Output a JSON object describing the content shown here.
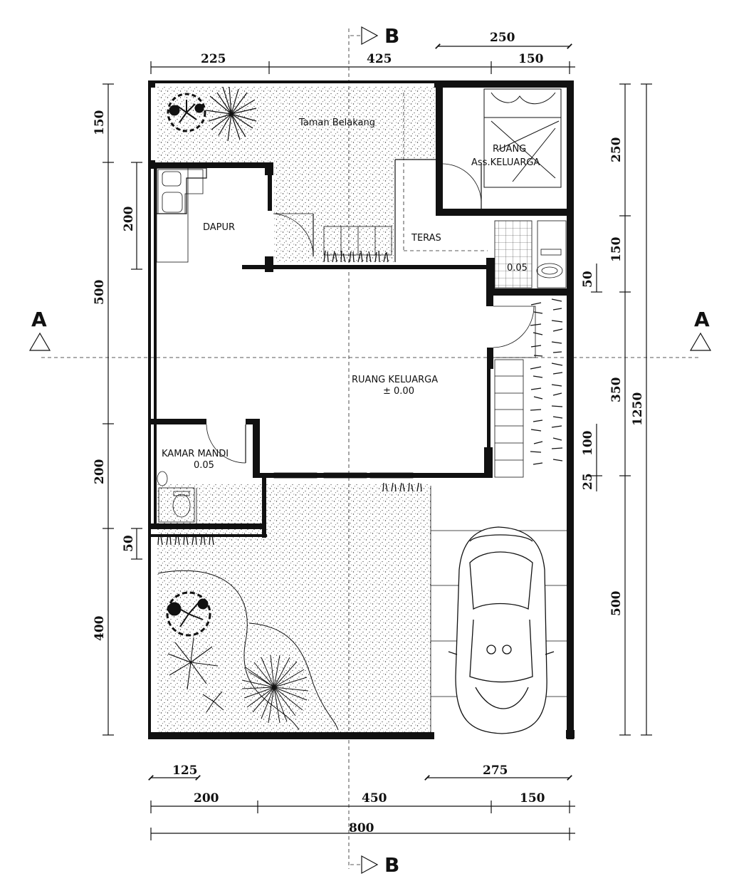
{
  "rooms": {
    "rear_garden": "Taman Belakang",
    "maid_room_line1": "RUANG",
    "maid_room_line2": "Ass.KELUARGA",
    "kitchen": "DAPUR",
    "terrace": "TERAS",
    "wc_level": "0.05",
    "family_room": "RUANG KELUARGA",
    "family_room_level": "± 0.00",
    "bathroom": "KAMAR MANDI",
    "bathroom_level": "0.05"
  },
  "section_marks": {
    "a_left": "A",
    "a_right": "A",
    "b_top": "B",
    "b_bottom": "B"
  },
  "dimensions": {
    "top_outer": "250",
    "top_1": "225",
    "top_2": "425",
    "top_3": "150",
    "left_1": "150",
    "left_2": "500",
    "left_3": "200",
    "left_4": "400",
    "left_inner_1": "200",
    "left_inner_2": "50",
    "right_1": "250",
    "right_2": "150",
    "right_3": "350",
    "right_4": "500",
    "right_total": "1250",
    "right_inner_1": "50",
    "right_inner_2": "100",
    "right_inner_3": "25",
    "bottom_1": "125",
    "bottom_2": "275",
    "bottom_3": "200",
    "bottom_4": "450",
    "bottom_5": "150",
    "bottom_total": "800"
  }
}
